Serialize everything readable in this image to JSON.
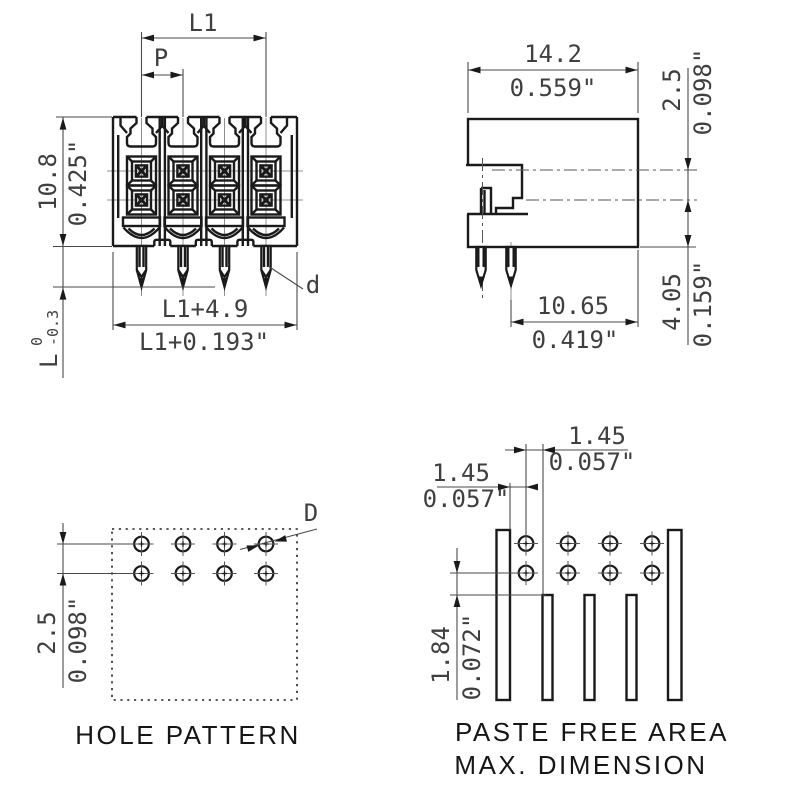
{
  "drawing_title": "connector-dimension-drawing",
  "front_view": {
    "dim_l1": "L1",
    "dim_pitch": "P",
    "dim_height_mm": "10.8",
    "dim_height_in": "0.425\"",
    "dim_width_mm": "L1+4.9",
    "dim_width_in": "L1+0.193\"",
    "pin_length_label": "L",
    "pin_length_tol_upper": "0",
    "pin_length_tol_lower": "-0.3",
    "pin_diameter_label": "d"
  },
  "side_view": {
    "dim_width_mm": "14.2",
    "dim_width_in": "0.559\"",
    "dim_row_pitch_mm": "2.5",
    "dim_row_pitch_in": "0.098\"",
    "dim_row_to_base_mm": "4.05",
    "dim_row_to_base_in": "0.159\"",
    "dim_depth_mm": "10.65",
    "dim_depth_in": "0.419\""
  },
  "hole_pattern": {
    "title": "HOLE PATTERN",
    "dim_row_pitch_mm": "2.5",
    "dim_row_pitch_in": "0.098\"",
    "hole_diameter_label": "D"
  },
  "paste_free_area": {
    "title_line1": "PASTE FREE AREA",
    "title_line2": "MAX. DIMENSION",
    "dim_top_mm": "1.45",
    "dim_top_in": "0.057\"",
    "dim_left_mm": "1.45",
    "dim_left_in": "0.057\"",
    "dim_vertical_mm": "1.84",
    "dim_vertical_in": "0.072\""
  },
  "colors": {
    "line": "#1a1a1a",
    "dim_text": "#3f3f3f",
    "background": "#ffffff"
  }
}
